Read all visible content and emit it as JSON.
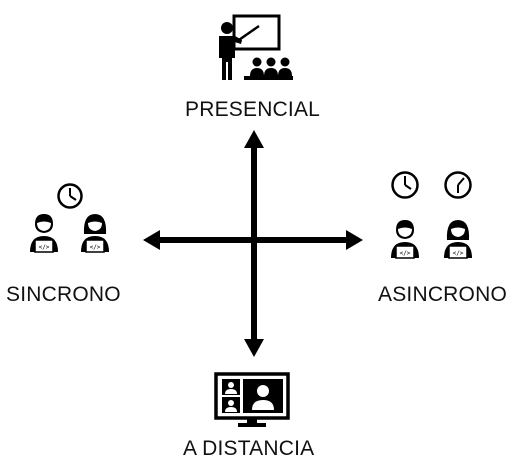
{
  "diagram": {
    "top_label": "PRESENCIAL",
    "bottom_label": "A DISTANCIA",
    "left_label": "SINCRONO",
    "right_label": "ASINCRONO",
    "icons": {
      "top": "teacher-classroom-icon",
      "bottom": "video-conference-icon",
      "left_clock": "clock-icon",
      "left_people": "person-laptop-icon",
      "right_clocks": "clock-icon",
      "right_people": "person-laptop-icon"
    },
    "colors": {
      "ink": "#000000",
      "background": "#ffffff"
    }
  }
}
